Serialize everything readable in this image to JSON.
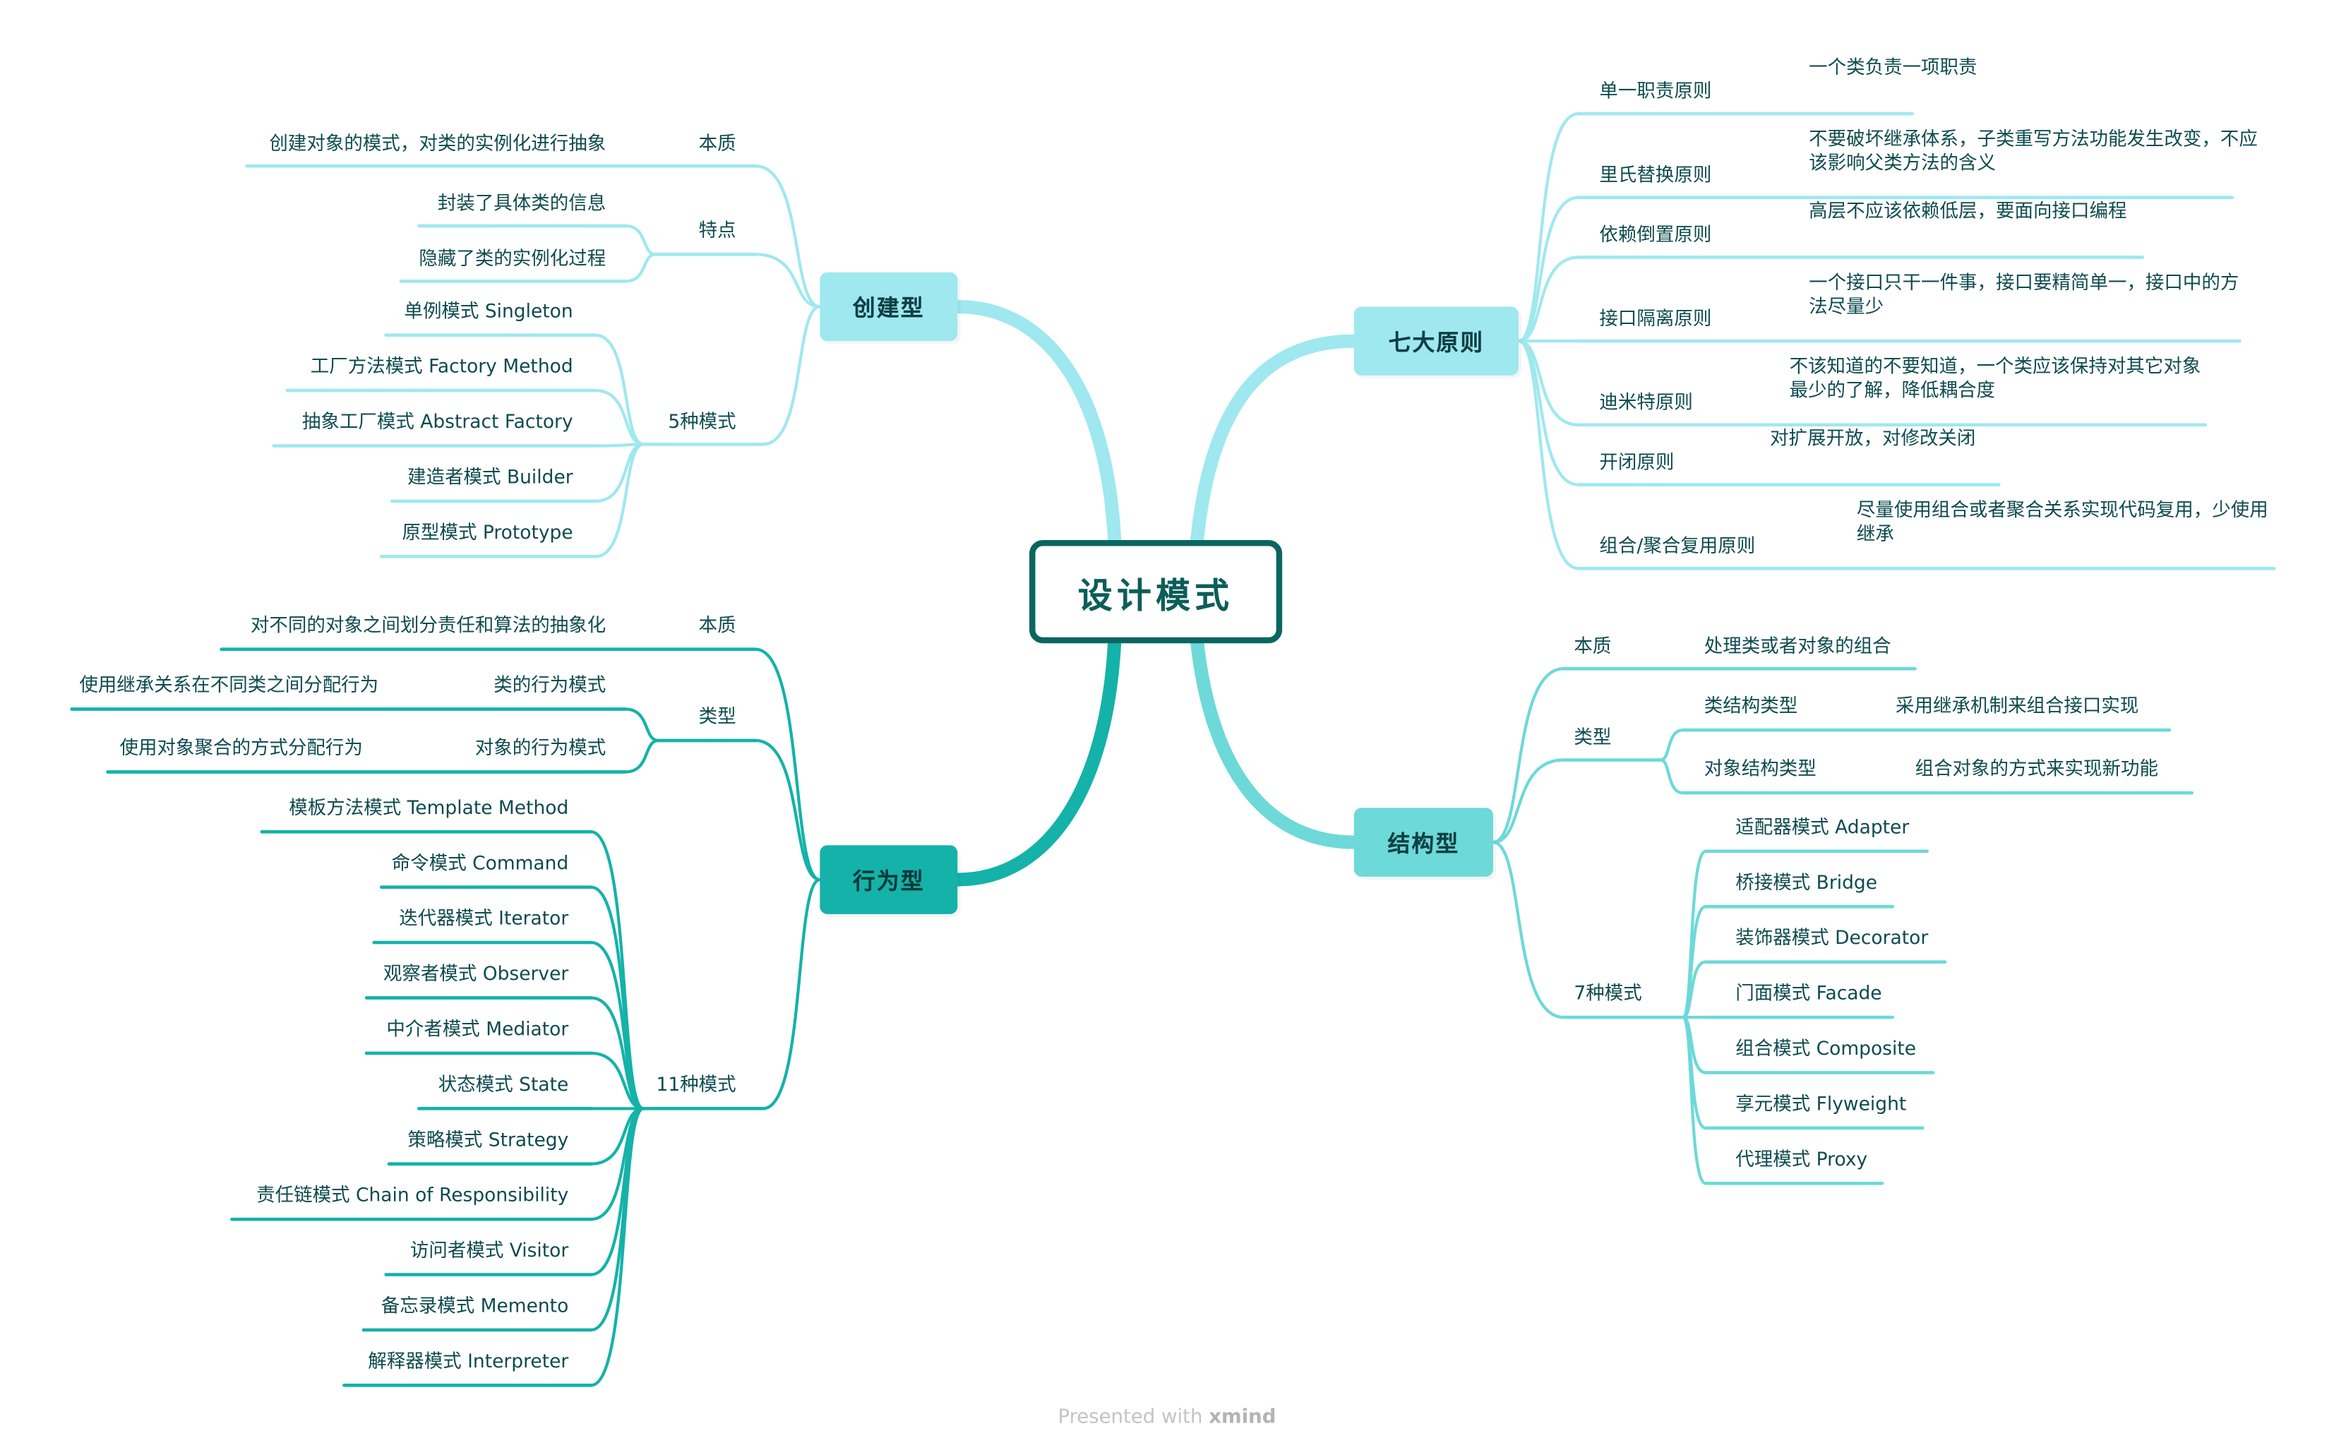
{
  "center": "设计模式",
  "branches": {
    "creational": {
      "title": "创建型",
      "color": "#9fe8f0",
      "essence": {
        "label": "本质",
        "text": "创建对象的模式，对类的实例化进行抽象"
      },
      "features": {
        "label": "特点",
        "items": [
          "封装了具体类的信息",
          "隐藏了类的实例化过程"
        ]
      },
      "patterns": {
        "label": "5种模式",
        "items": [
          "单例模式 Singleton",
          "工厂方法模式 Factory Method",
          "抽象工厂模式 Abstract Factory",
          "建造者模式 Builder",
          "原型模式 Prototype"
        ]
      }
    },
    "behavioral": {
      "title": "行为型",
      "color": "#14b2a9",
      "essence": {
        "label": "本质",
        "text": "对不同的对象之间划分责任和算法的抽象化"
      },
      "types": {
        "label": "类型",
        "items": [
          {
            "label": "类的行为模式",
            "text": "使用继承关系在不同类之间分配行为"
          },
          {
            "label": "对象的行为模式",
            "text": "使用对象聚合的方式分配行为"
          }
        ]
      },
      "patterns": {
        "label": "11种模式",
        "items": [
          "模板方法模式 Template Method",
          "命令模式 Command",
          "迭代器模式 Iterator",
          "观察者模式 Observer",
          "中介者模式 Mediator",
          "状态模式 State",
          "策略模式 Strategy",
          "责任链模式 Chain of Responsibility",
          "访问者模式 Visitor",
          "备忘录模式 Memento",
          "解释器模式 Interpreter"
        ]
      }
    },
    "principles": {
      "title": "七大原则",
      "color": "#9fe8f0",
      "items": [
        {
          "label": "单一职责原则",
          "text": "一个类负责一项职责"
        },
        {
          "label": "里氏替换原则",
          "text": "不要破坏继承体系，子类重写方法功能发生改变，不应该影响父类方法的含义"
        },
        {
          "label": "依赖倒置原则",
          "text": "高层不应该依赖低层，要面向接口编程"
        },
        {
          "label": "接口隔离原则",
          "text": "一个接口只干一件事，接口要精简单一，接口中的方法尽量少"
        },
        {
          "label": "迪米特原则",
          "text": "不该知道的不要知道，一个类应该保持对其它对象最少的了解，降低耦合度"
        },
        {
          "label": "开闭原则",
          "text": "对扩展开放，对修改关闭"
        },
        {
          "label": "组合/聚合复用原则",
          "text": "尽量使用组合或者聚合关系实现代码复用，少使用继承"
        }
      ]
    },
    "structural": {
      "title": "结构型",
      "color": "#6dd9d8",
      "essence": {
        "label": "本质",
        "text": "处理类或者对象的组合"
      },
      "types": {
        "label": "类型",
        "items": [
          {
            "label": "类结构类型",
            "text": "采用继承机制来组合接口实现"
          },
          {
            "label": "对象结构类型",
            "text": "组合对象的方式来实现新功能"
          }
        ]
      },
      "patterns": {
        "label": "7种模式",
        "items": [
          "适配器模式 Adapter",
          "桥接模式 Bridge",
          "装饰器模式 Decorator",
          "门面模式 Facade",
          "组合模式 Composite",
          "享元模式 Flyweight",
          "代理模式 Proxy"
        ]
      }
    }
  },
  "footer": {
    "prefix": "Presented with",
    "brand": "xmind"
  }
}
